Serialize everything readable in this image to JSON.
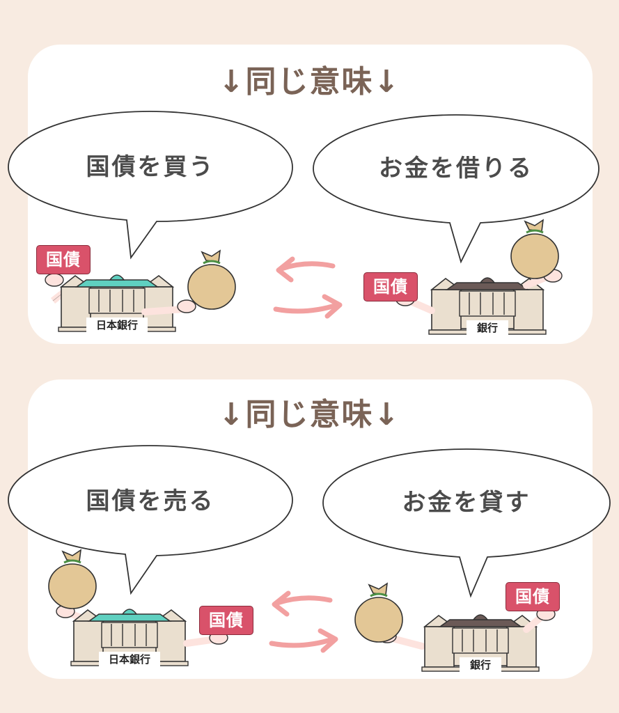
{
  "sections": [
    {
      "heading": "↓同じ意味↓",
      "left_bubble": "国債を買う",
      "right_bubble": "お金を借りる",
      "left_bank": "日本銀行",
      "right_bank": "銀行",
      "left_tag": "国債",
      "right_tag": "国債"
    },
    {
      "heading": "↓同じ意味↓",
      "left_bubble": "国債を売る",
      "right_bubble": "お金を貸す",
      "left_bank": "日本銀行",
      "right_bank": "銀行",
      "left_tag": "国債",
      "right_tag": "国債"
    }
  ],
  "colors": {
    "background": "#f8ebe1",
    "panel": "#ffffff",
    "heading": "#7a6356",
    "bond_tag": "#d9526a",
    "arrow": "#f2a0a0",
    "boj_roof": "#5fd0c0",
    "bank_roof": "#6b5a57",
    "money_bag": "#e3c796"
  }
}
